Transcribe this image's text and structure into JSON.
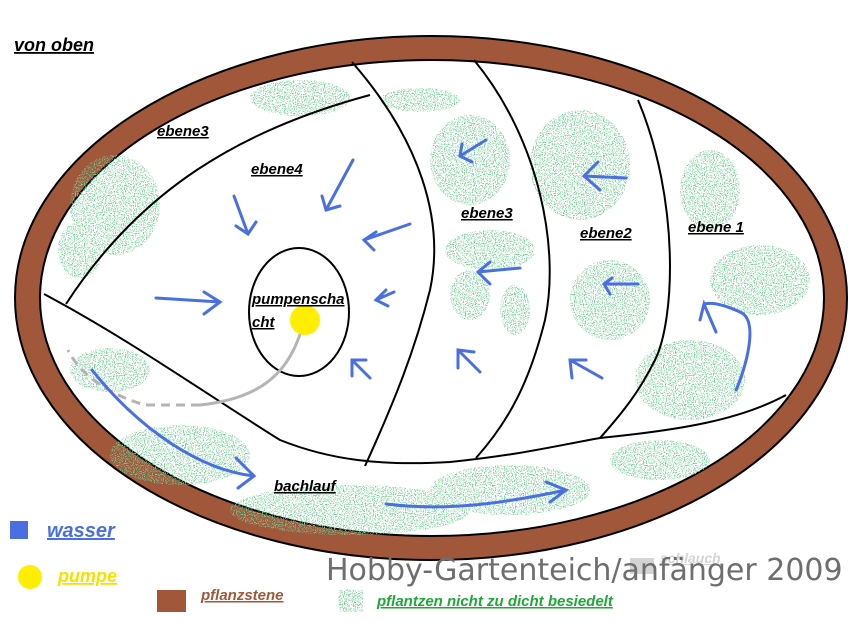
{
  "title": "von oben",
  "labels": {
    "ebene3_left": "ebene3",
    "ebene4": "ebene4",
    "ebene3_mid": "ebene3",
    "ebene2": "ebene2",
    "ebene1": "ebene 1",
    "pumpenschacht_line1": "pumpenscha",
    "pumpenschacht_line2": "cht",
    "bachlauf": "bachlauf"
  },
  "legend": {
    "wasser": "wasser",
    "pumpe": "pumpe",
    "pflanzsteine": "pflanzstene",
    "pflanzen": "pflantzen nicht  zu dicht besiedelt",
    "schlauch": "schlauch"
  },
  "watermark": "Hobby-Gartenteich/anfänger 2009",
  "colors": {
    "wasser": "#4a6fe0",
    "pumpe": "#ffee00",
    "pflanzsteine": "#a0573a",
    "pflanzen": "#2e9a4e",
    "schlauch": "#b4b4b4",
    "outline": "#000000"
  }
}
